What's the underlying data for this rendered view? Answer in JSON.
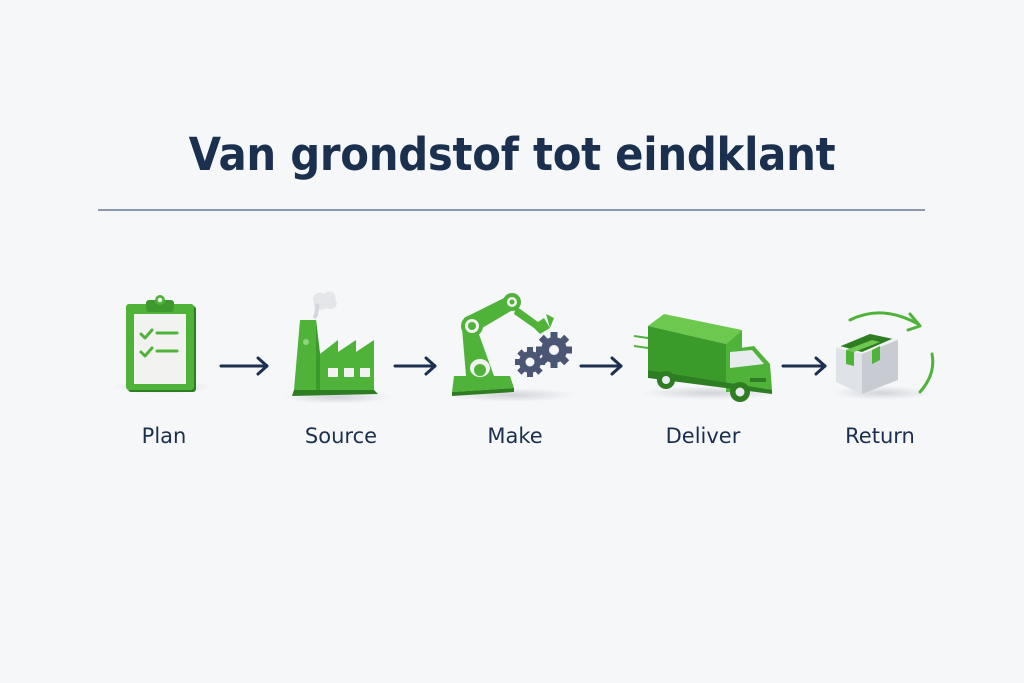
{
  "title": "Van grondstof tot eindklant",
  "colors": {
    "title": "#1b2f4e",
    "rule": "#8a99b0",
    "green": "#4fb33a",
    "green_dark": "#2f7d22",
    "gear": "#4a5674",
    "arrow": "#1b2f4e",
    "background": "#f6f7f9"
  },
  "steps": [
    {
      "label": "Plan",
      "icon": "clipboard-checklist-icon"
    },
    {
      "label": "Source",
      "icon": "factory-icon"
    },
    {
      "label": "Make",
      "icon": "robot-arm-gears-icon"
    },
    {
      "label": "Deliver",
      "icon": "delivery-truck-icon"
    },
    {
      "label": "Return",
      "icon": "return-box-icon"
    }
  ],
  "connectors": [
    "arrow-right",
    "arrow-right",
    "arrow-right",
    "arrow-right"
  ]
}
